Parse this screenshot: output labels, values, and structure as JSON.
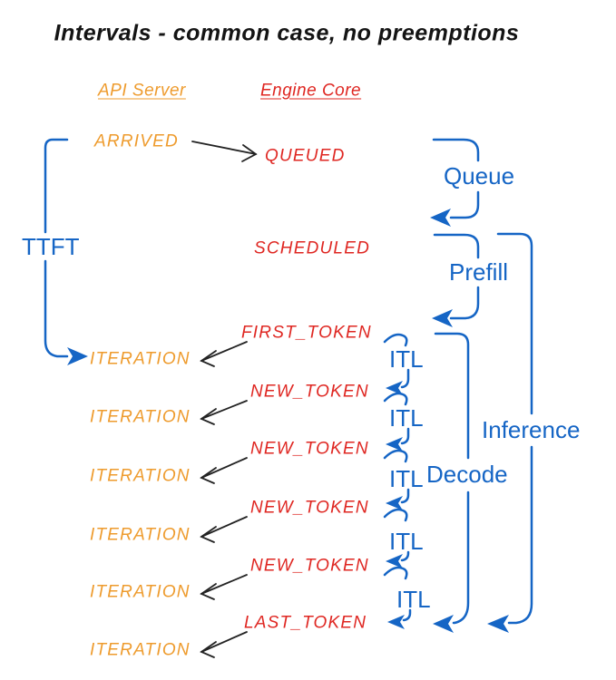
{
  "title": "Intervals - common case, no preemptions",
  "columns": {
    "api_server": "API Server",
    "engine_core": "Engine Core"
  },
  "api_events": {
    "arrived": "ARRIVED",
    "iterations": [
      "ITERATION",
      "ITERATION",
      "ITERATION",
      "ITERATION",
      "ITERATION",
      "ITERATION"
    ]
  },
  "engine_events": {
    "queued": "QUEUED",
    "scheduled": "SCHEDULED",
    "first_token": "FIRST_TOKEN",
    "new_tokens": [
      "NEW_TOKEN",
      "NEW_TOKEN",
      "NEW_TOKEN",
      "NEW_TOKEN"
    ],
    "last_token": "LAST_TOKEN"
  },
  "intervals": {
    "ttft": "TTFT",
    "queue": "Queue",
    "prefill": "Prefill",
    "itl": [
      "ITL",
      "ITL",
      "ITL",
      "ITL",
      "ITL"
    ],
    "decode": "Decode",
    "inference": "Inference"
  },
  "colors": {
    "api_server_orange": "#EE9B2D",
    "engine_core_red": "#DF2722",
    "interval_blue": "#1565C5",
    "connector_black": "#222222",
    "background": "#FFFFFF"
  }
}
